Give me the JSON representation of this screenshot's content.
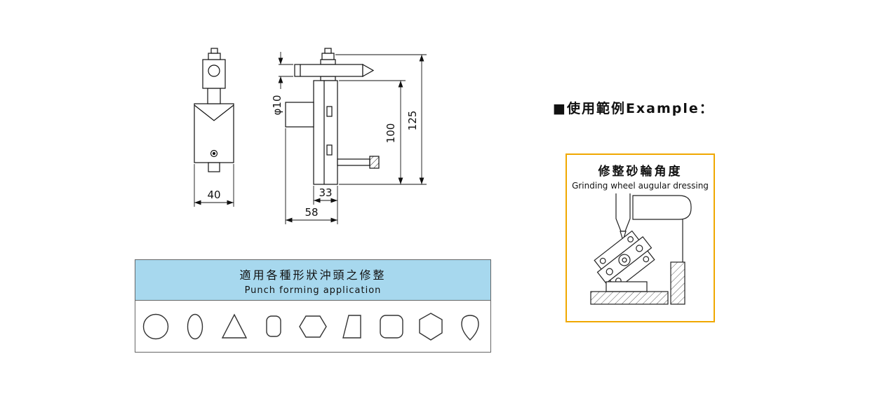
{
  "technical": {
    "dims": {
      "front_width": "40",
      "arm_diameter": "φ10",
      "plate_height": "100",
      "overall_height": "125",
      "plate_width": "33",
      "overall_width": "58"
    }
  },
  "application": {
    "title_zh": "適用各種形狀沖頭之修整",
    "title_en": "Punch forming application",
    "header_bg": "#a7d8ee",
    "shapes": [
      "circle",
      "oval",
      "triangle",
      "rounded-square-small",
      "hexagon",
      "trapezoid",
      "rounded-square",
      "hexagon-rotated",
      "teardrop"
    ]
  },
  "example": {
    "heading": "■使用範例Example：",
    "title_zh": "修整砂輪角度",
    "title_en": "Grinding wheel augular dressing",
    "border_color": "#f0a800"
  }
}
